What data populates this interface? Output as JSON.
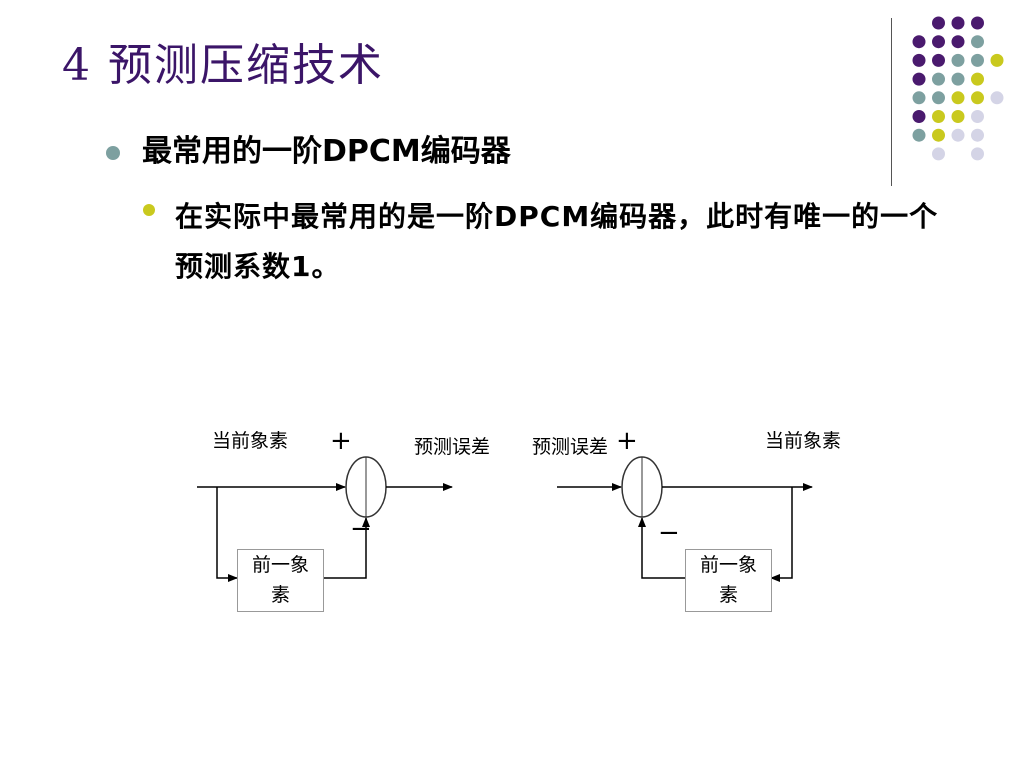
{
  "title": "4 预测压缩技术",
  "bullets": {
    "level1": "最常用的一阶DPCM编码器",
    "level2": "在实际中最常用的是一阶DPCM编码器，此时有唯一的一个预测系数1。"
  },
  "diagram": {
    "encoder": {
      "input_label": "当前象素",
      "output_label": "预测误差",
      "plus_sign": "+",
      "minus_sign": "−",
      "box_label_line1": "前一象",
      "box_label_line2": "素"
    },
    "decoder": {
      "input_label": "预测误差",
      "output_label": "当前象素",
      "plus_sign": "+",
      "minus_sign": "−",
      "box_label_line1": "前一象",
      "box_label_line2": "素"
    }
  },
  "decoration": {
    "colors": {
      "purple": "#4a1a6e",
      "teal": "#7da0a0",
      "yellow": "#c9c91e",
      "lavender": "#d4d4e6"
    }
  }
}
